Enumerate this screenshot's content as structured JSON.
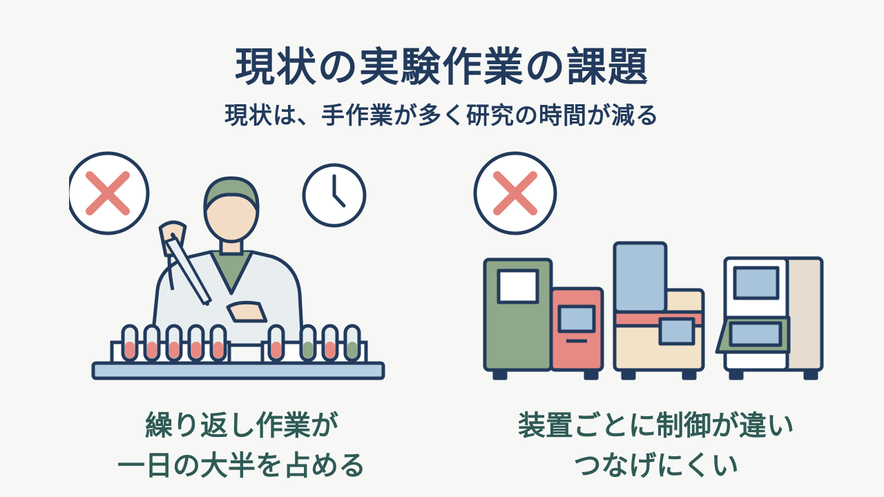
{
  "title": "現状の実験作業の課題",
  "subtitle": "現状は、手作業が多く研究の時間が減る",
  "panels": [
    {
      "icon": "x-mark-icon",
      "illustration": "scientist-pipetting",
      "caption_lines": [
        "繰り返し作業が",
        "一日の大半を占める"
      ]
    },
    {
      "icon": "x-mark-icon",
      "illustration": "lab-instruments",
      "caption_lines": [
        "装置ごとに制御が違い",
        "つなげにくい"
      ]
    }
  ],
  "colors": {
    "title": "#223a5c",
    "caption": "#2f5a55",
    "cross": "#e4847c",
    "outline": "#223a5c",
    "green": "#8fa889",
    "red": "#e78a84",
    "blue": "#a8c4dc",
    "beige": "#f1e2c8"
  }
}
